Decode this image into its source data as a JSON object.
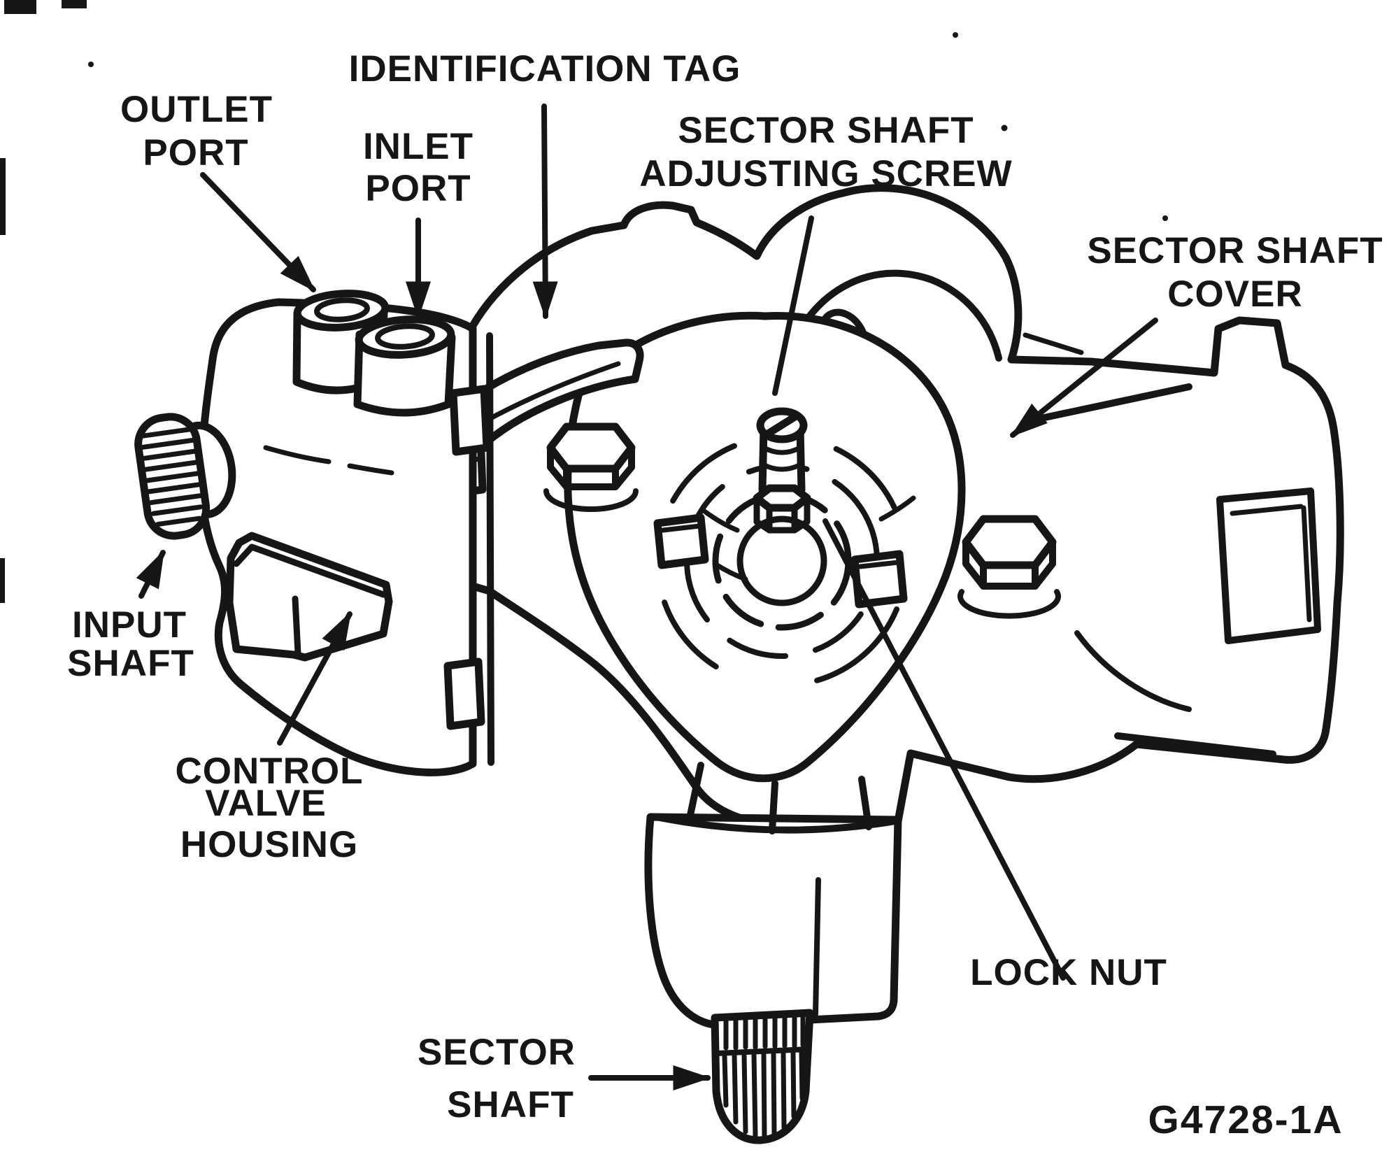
{
  "figure": {
    "code": "G4728-1A",
    "colors": {
      "ink": "#161616",
      "paper": "#ffffff"
    },
    "labels": {
      "outlet_port": {
        "line1": "OUTLET",
        "line2": "PORT"
      },
      "inlet_port": {
        "line1": "INLET",
        "line2": "PORT"
      },
      "identification_tag": {
        "line1": "IDENTIFICATION TAG"
      },
      "sector_shaft_adjusting_screw": {
        "line1": "SECTOR SHAFT",
        "line2": "ADJUSTING SCREW"
      },
      "sector_shaft_cover": {
        "line1": "SECTOR SHAFT",
        "line2": "COVER"
      },
      "input_shaft": {
        "line1": "INPUT",
        "line2": "SHAFT"
      },
      "control_valve_housing": {
        "line1": "CONTROL",
        "line2": "VALVE",
        "line3": "HOUSING"
      },
      "lock_nut": {
        "line1": "LOCK NUT"
      },
      "sector_shaft": {
        "line1": "SECTOR",
        "line2": "SHAFT"
      }
    }
  }
}
